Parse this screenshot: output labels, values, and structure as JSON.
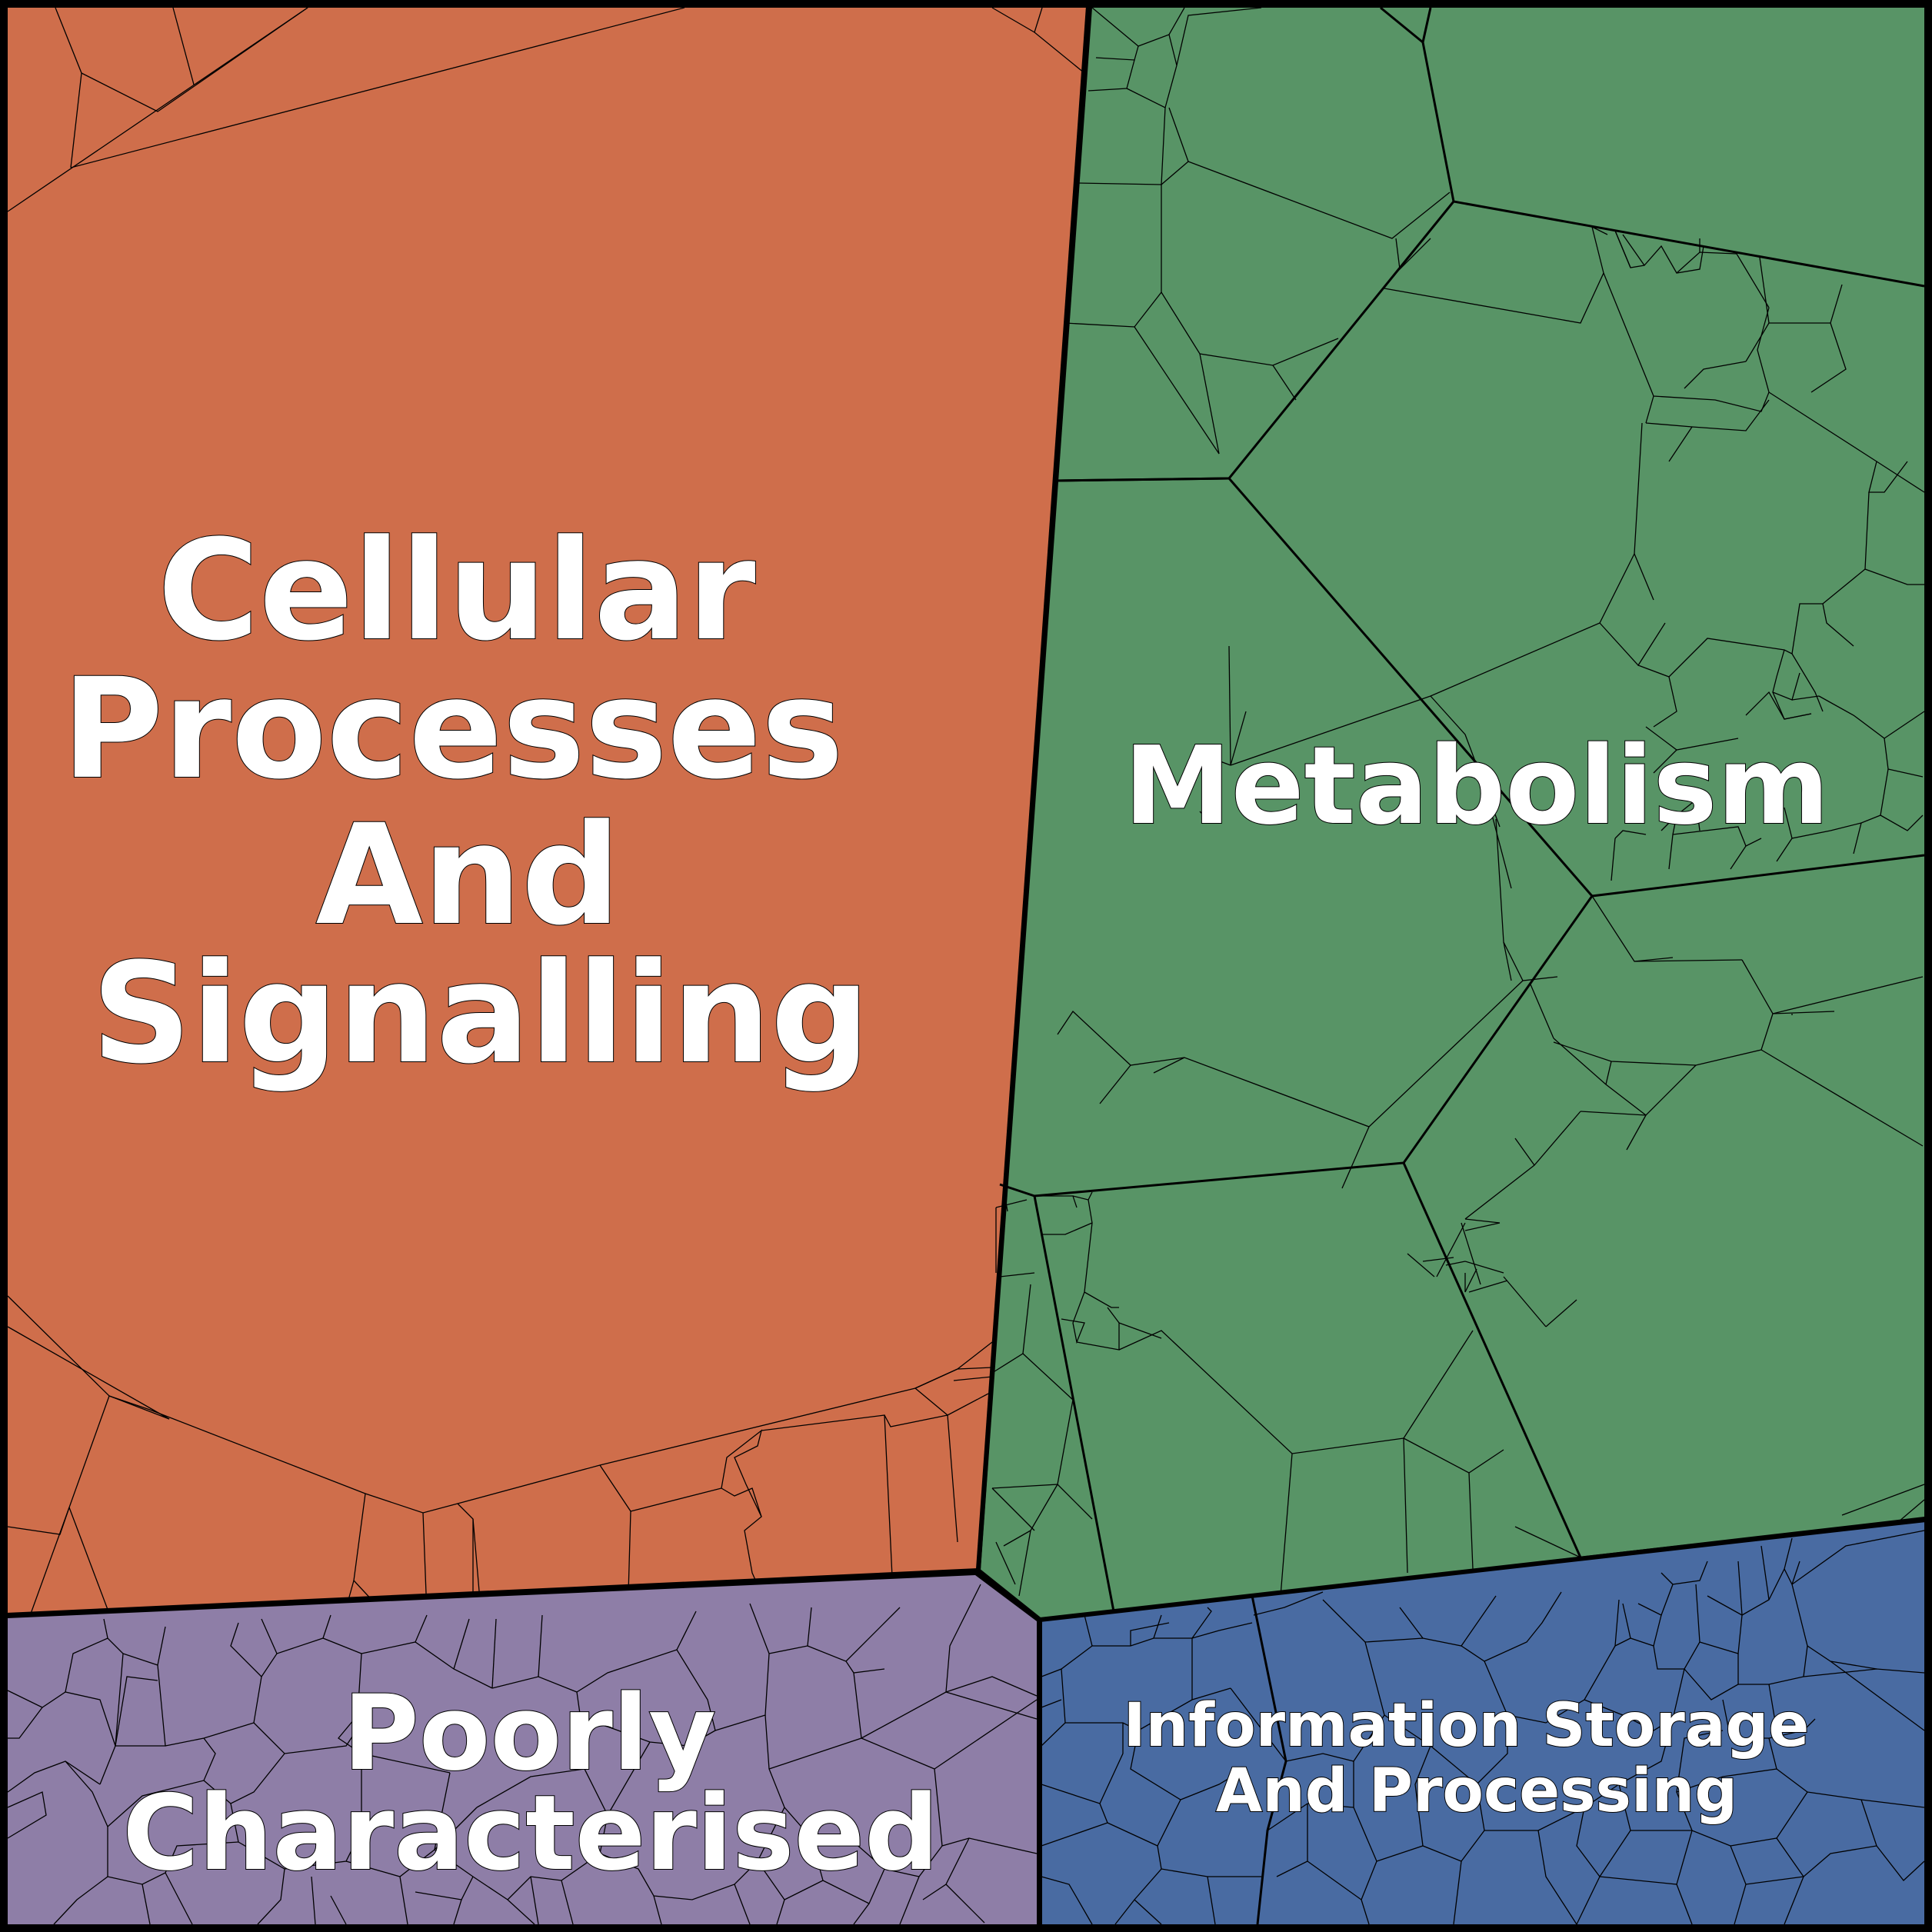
{
  "regions": [
    {
      "id": "cellular",
      "label_lines": [
        "Cellular",
        "Processes",
        "And",
        "Signalling"
      ],
      "color": "#cf6e4b"
    },
    {
      "id": "metabolism",
      "label_lines": [
        "Metabolism"
      ],
      "color": "#589466"
    },
    {
      "id": "poorly",
      "label_lines": [
        "Poorly",
        "Characterised"
      ],
      "color": "#8e7ea7"
    },
    {
      "id": "information",
      "label_lines": [
        "Information Storage",
        "And Processing"
      ],
      "color": "#496ba2"
    }
  ],
  "colors": {
    "border": "#000000",
    "label_text": "#ffffff"
  }
}
